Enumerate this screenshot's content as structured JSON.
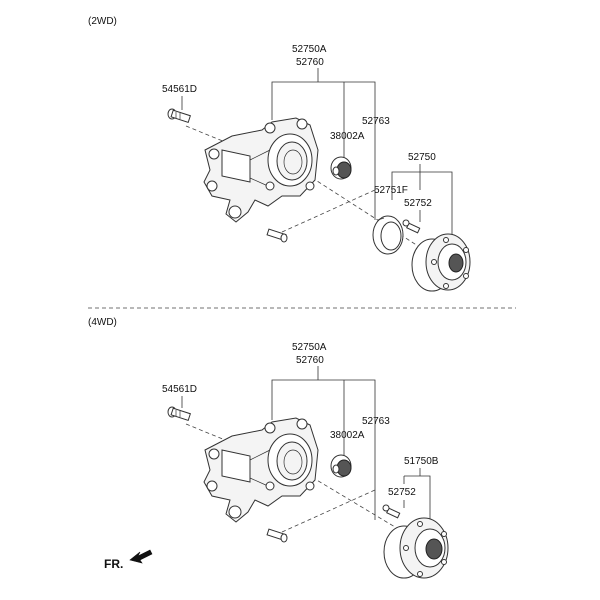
{
  "sections": {
    "top": {
      "title": "(2WD)",
      "labels": {
        "knuckle_a": "52750A",
        "knuckle_b": "52760",
        "bolt": "54561D",
        "stud": "52763",
        "bushing": "38002A",
        "hub_assy": "52750",
        "seal": "52751F",
        "hub_bolt": "52752"
      }
    },
    "bottom": {
      "title": "(4WD)",
      "labels": {
        "knuckle_a": "52750A",
        "knuckle_b": "52760",
        "bolt": "54561D",
        "stud": "52763",
        "bushing": "38002A",
        "hub_assy": "51750B",
        "hub_bolt": "52752"
      }
    }
  },
  "front_marker": "FR."
}
